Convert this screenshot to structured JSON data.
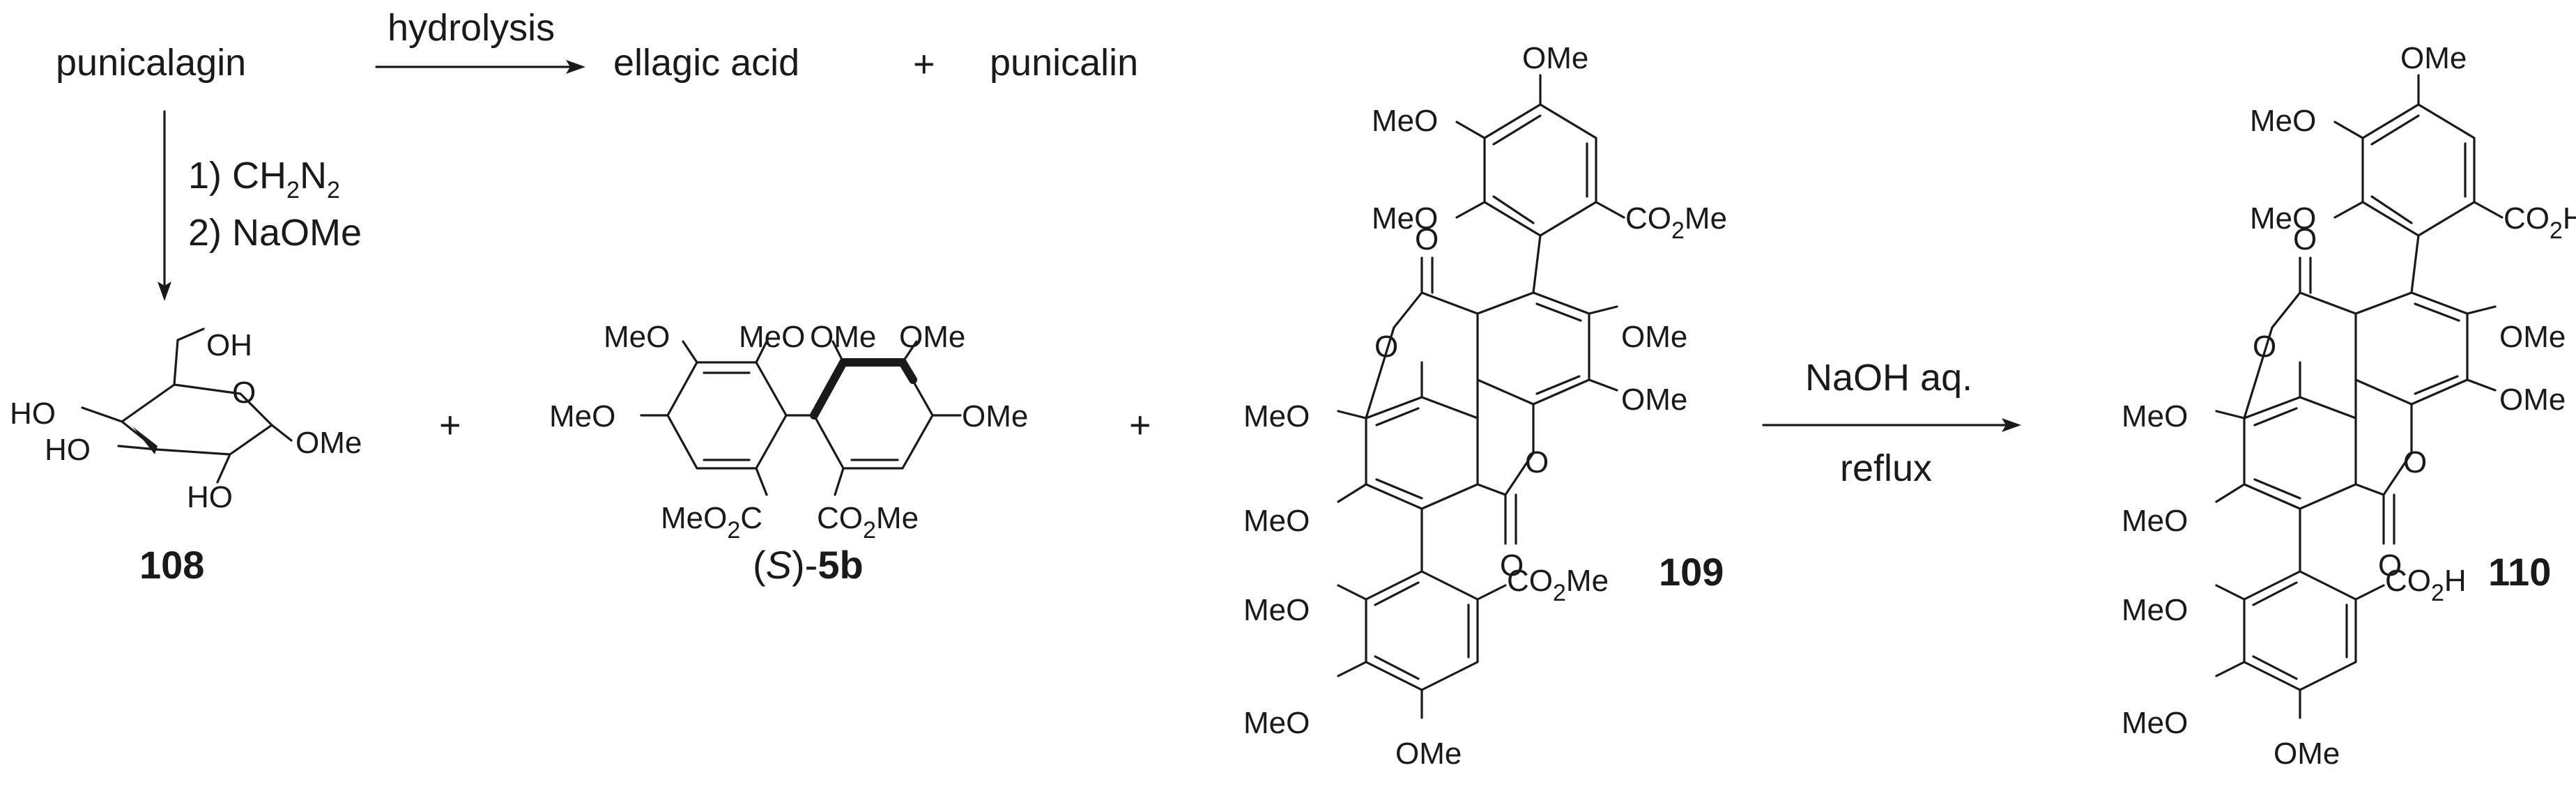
{
  "reaction": {
    "start_material": "punicalagin",
    "hydrolysis_label": "hydrolysis",
    "hydrolysis_product_1": "ellagic acid",
    "plus": "+",
    "hydrolysis_product_2": "punicalin",
    "step1": "1) CH",
    "step1_sub1": "2",
    "step1_mid": "N",
    "step1_sub2": "2",
    "step2": "2) NaOMe",
    "reagent_top": "NaOH aq.",
    "reagent_bottom": "reflux"
  },
  "compounds": {
    "c108": "108",
    "c5b_prefix": "(",
    "c5b_s": "S",
    "c5b_suffix": ")-",
    "c5b_num": "5b",
    "c109": "109",
    "c110": "110"
  },
  "atoms": {
    "OH": "OH",
    "HO": "HO",
    "O": "O",
    "OMe": "OMe",
    "MeO": "MeO",
    "CO2Me_a": "CO",
    "CO2Me_b": "Me",
    "MeO2C_a": "MeO",
    "MeO2C_b": "C",
    "CO2H_a": "CO",
    "CO2H_b": "H",
    "two": "2"
  }
}
